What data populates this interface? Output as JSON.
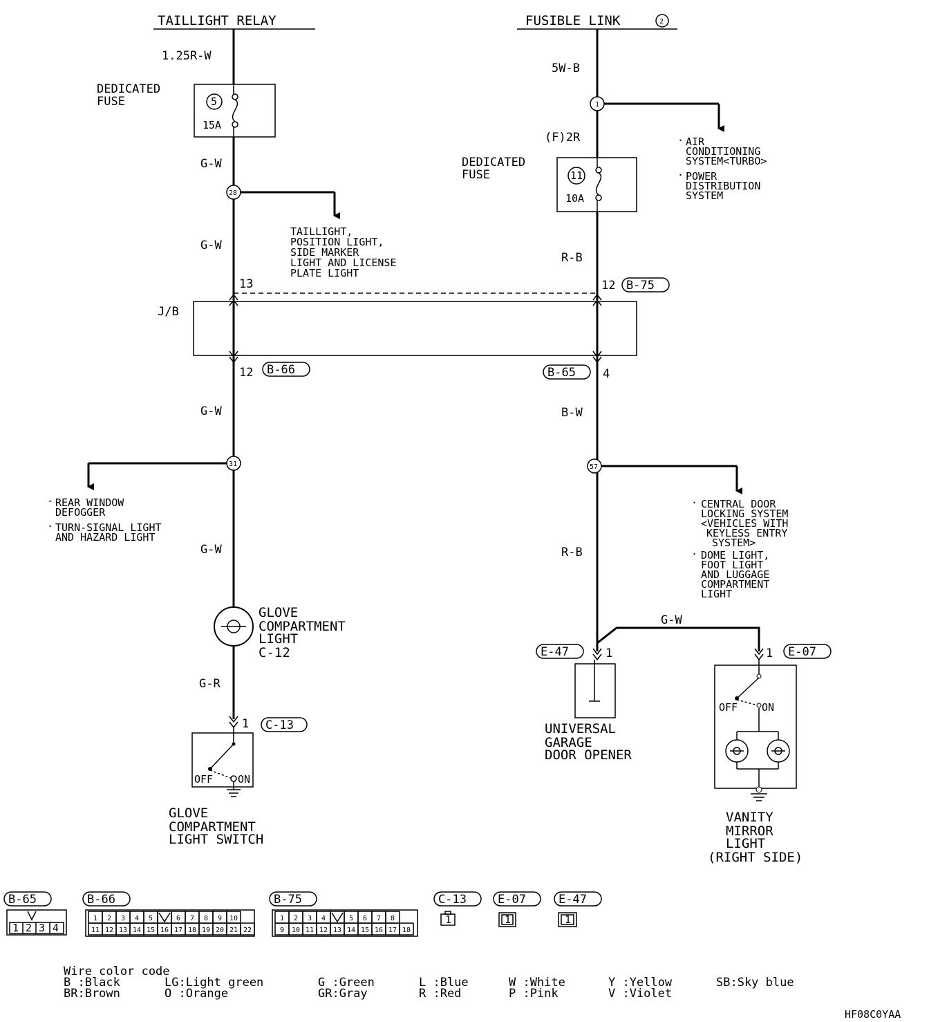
{
  "sources": {
    "taillight_relay": "TAILLIGHT RELAY",
    "fusible_link": "FUSIBLE LINK",
    "fusible_link_num": "2"
  },
  "wires": {
    "w_125rw": "1.25R-W",
    "w_5wb": "5W-B",
    "w_f2r": "(F)2R",
    "w_gw_1": "G-W",
    "w_gw_2": "G-W",
    "w_rb_1": "R-B",
    "w_gw_3": "G-W",
    "w_bw": "B-W",
    "w_gw_4": "G-W",
    "w_rb_2": "R-B",
    "w_gr": "G-R",
    "w_gw_5": "G-W"
  },
  "fuses": {
    "left": {
      "label_1": "DEDICATED",
      "label_2": "FUSE",
      "number": "5",
      "rating": "15A"
    },
    "right": {
      "label_1": "DEDICATED",
      "label_2": "FUSE",
      "number": "11",
      "rating": "10A"
    }
  },
  "junctions": {
    "j1": "1",
    "j28": "28",
    "j31": "31",
    "j57": "57"
  },
  "branches": {
    "air_cond": [
      "AIR",
      "CONDITIONING",
      "SYSTEM<TURBO>"
    ],
    "power_dist": [
      "POWER",
      "DISTRIBUTION",
      "SYSTEM"
    ],
    "taillight": [
      "TAILLIGHT,",
      "POSITION LIGHT,",
      "SIDE MARKER",
      "LIGHT AND LICENSE",
      "PLATE LIGHT"
    ],
    "rear_window": [
      "REAR WINDOW",
      "DEFOGGER"
    ],
    "turn_signal": [
      "TURN-SIGNAL LIGHT",
      "AND HAZARD LIGHT"
    ],
    "central_door": [
      "CENTRAL DOOR",
      "LOCKING SYSTEM",
      "<VEHICLES WITH",
      "KEYLESS ENTRY",
      "SYSTEM>"
    ],
    "dome_light": [
      "DOME LIGHT,",
      "FOOT LIGHT",
      "AND LUGGAGE",
      "COMPARTMENT",
      "LIGHT"
    ]
  },
  "jb": {
    "label": "J/B",
    "pin_13": "13",
    "pin_12_top": "12",
    "conn_b75": "B-75",
    "pin_12_bottom": "12",
    "conn_b66": "B-66",
    "conn_b65": "B-65",
    "pin_4": "4"
  },
  "components": {
    "glove_light": [
      "GLOVE",
      "COMPARTMENT",
      "LIGHT",
      "C-12"
    ],
    "glove_switch": [
      "GLOVE",
      "COMPARTMENT",
      "LIGHT SWITCH"
    ],
    "garage": [
      "UNIVERSAL",
      "GARAGE",
      "DOOR OPENER"
    ],
    "vanity": [
      "VANITY",
      "MIRROR",
      "LIGHT",
      "(RIGHT SIDE)"
    ]
  },
  "switch_labels": {
    "off_1": "OFF",
    "on_1": "ON",
    "off_2": "OFF",
    "on_2": "ON"
  },
  "connectors": {
    "c13": "C-13",
    "c13_pin": "1",
    "e47": "E-47",
    "e47_pin": "1",
    "e07": "E-07",
    "e07_pin": "1"
  },
  "legend_connectors": {
    "b65": {
      "name": "B-65",
      "pins": [
        "1",
        "2",
        "3",
        "4"
      ]
    },
    "b66": {
      "name": "B-66",
      "row1": [
        "1",
        "2",
        "3",
        "4",
        "5",
        "",
        "6",
        "7",
        "8",
        "9",
        "10"
      ],
      "row2": [
        "11",
        "12",
        "13",
        "14",
        "15",
        "16",
        "17",
        "18",
        "19",
        "20",
        "21",
        "22"
      ]
    },
    "b75": {
      "name": "B-75",
      "row1": [
        "1",
        "2",
        "3",
        "4",
        "",
        "5",
        "6",
        "7",
        "8"
      ],
      "row2": [
        "9",
        "10",
        "11",
        "12",
        "13",
        "14",
        "15",
        "16",
        "17",
        "18"
      ]
    },
    "c13": {
      "name": "C-13",
      "pin": "1"
    },
    "e07": {
      "name": "E-07",
      "pin": "1"
    },
    "e47": {
      "name": "E-47",
      "pin": "1"
    }
  },
  "color_code": {
    "title": "Wire color code",
    "row1": [
      "B :Black",
      "LG:Light green",
      "G :Green",
      "L :Blue",
      "W :White",
      "Y :Yellow",
      "SB:Sky blue"
    ],
    "row2": [
      "BR:Brown",
      "O :Orange",
      "GR:Gray",
      "R :Red",
      "P :Pink",
      "V :Violet"
    ]
  },
  "figure_code": "HF08C0YAA"
}
